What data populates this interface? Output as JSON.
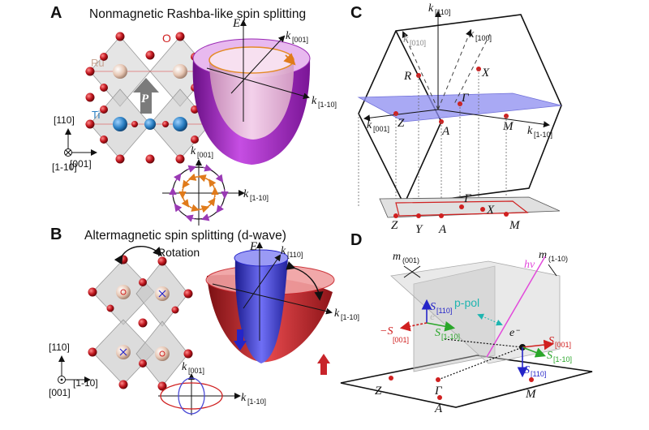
{
  "panelA": {
    "letter": "A",
    "title": "Nonmagnetic Rashba-like spin splitting",
    "atoms": {
      "O": "O",
      "Ru": "Ru",
      "Ti": "Ti",
      "P": "P"
    },
    "axes": {
      "a110": "[110]",
      "a001": "[001]",
      "a1m10": "[1-10]"
    },
    "energy_axis": "E",
    "kx": "k",
    "kx_sub": "[1-10]",
    "ky": "k",
    "ky_sub": "[001]"
  },
  "panelB": {
    "letter": "B",
    "title": "Altermagnetic spin splitting (d-wave)",
    "rotation": "Rotation",
    "axes": {
      "a110": "[110]",
      "a1m10": "[1-10]",
      "a001": "[001]"
    },
    "energy_axis": "E",
    "kz": "k",
    "kz_sub": "[110]",
    "kx": "k",
    "kx_sub": "[1-10]",
    "ky": "k",
    "ky_sub": "[001]"
  },
  "panelC": {
    "letter": "C",
    "k110": "k",
    "k110_sub": "[110]",
    "k010": "k",
    "k010_sub": "[010]",
    "k100": "k",
    "k100_sub": "[100]",
    "k001": "k",
    "k001_sub": "[001]",
    "k1m10": "k",
    "k1m10_sub": "[1-10]",
    "points": {
      "R": "R",
      "X": "X",
      "Gamma": "Γ",
      "Z": "Z",
      "A": "A",
      "M": "M"
    },
    "proj": {
      "Gamma": "Γ",
      "X": "X",
      "Z": "Z",
      "Y": "Y",
      "A": "A",
      "M": "M"
    }
  },
  "panelD": {
    "letter": "D",
    "m001": "m",
    "m001_sub": "(001)",
    "m1m10": "m",
    "m1m10_sub": "(1-10)",
    "hv": "hν",
    "ppol": "p-pol",
    "e_label": "e",
    "S110": "S",
    "S110_sub": "[110]",
    "S1m10": "S",
    "S1m10_sub": "[1-10]",
    "mS001": "−S",
    "mS001_sub": "[001]",
    "S001": "S",
    "S001_sub": "[001]",
    "Gamma": "Γ",
    "Z": "Z",
    "A": "A",
    "M": "M"
  },
  "colors": {
    "oxygen": "#b3121b",
    "ruthenium": "#e8c9b8",
    "titanium": "#2a7fc3",
    "octahedron": "#b9b9b9",
    "rashba_purple": "#b03ad0",
    "spin_up_red": "#c8242a",
    "spin_down_blue": "#3333cc",
    "plane_blue": "#8c8cf0",
    "hv_magenta": "#e24adb",
    "ppol_cyan": "#1fb5b0",
    "spin_green": "#2aa62a"
  }
}
